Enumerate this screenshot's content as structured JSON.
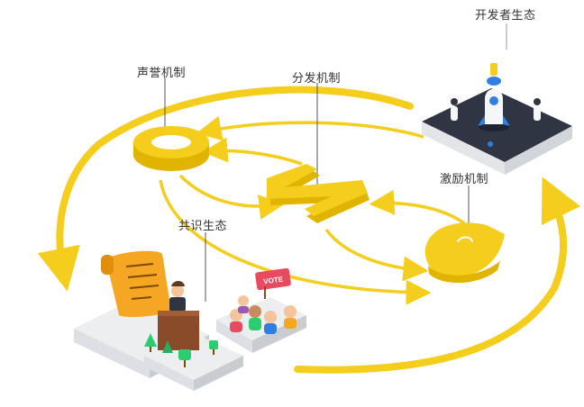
{
  "labels": {
    "developer_ecosystem": "开发者生态",
    "reputation_mechanism": "声誉机制",
    "distribution_mechanism": "分发机制",
    "incentive_mechanism": "激励机制",
    "consensus_ecosystem": "共识生态"
  },
  "vote_sign": "VOTE",
  "colors": {
    "accent_yellow": "#f5cd1c",
    "yellow_dark": "#e0b400",
    "platform_light": "#eceef0",
    "platform_dark": "#2f3542",
    "scroll_orange": "#f5a623",
    "leaf_green": "#2ecc71",
    "vote_red": "#e84a5f",
    "rocket_blue": "#2f7fe0"
  }
}
